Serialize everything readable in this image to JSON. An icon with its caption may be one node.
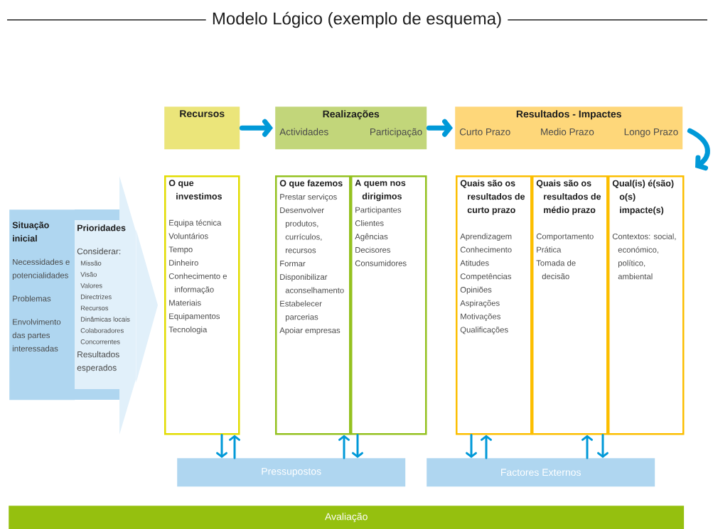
{
  "diagram": {
    "title": "Modelo Lógico (exemplo de esquema)",
    "nodes": [
      {
        "text": [
          "Recursos"
        ]
      },
      {
        "text": [
          "Realizações",
          "Actividades",
          "Participação"
        ]
      },
      {
        "text": [
          "Resultados - Impactes",
          "Curto Prazo",
          "Medio Prazo",
          "Longo Prazo"
        ]
      },
      {
        "text": [
          "Situação inicial",
          "Necessidades e potencialidades",
          "Problemas",
          "Envolvimento das partes interessadas"
        ]
      },
      {
        "text": [
          "Prioridades",
          "Considerar:",
          "Missão",
          "Visão",
          "Valores",
          "Directrizes",
          "Recursos",
          "Dinâmicas locais",
          "Colaboradores",
          "Concorrentes",
          "Resultados esperados"
        ]
      },
      {
        "text": [
          "O que investimos",
          "Equipa técnica",
          "Voluntários",
          "Tempo",
          "Dinheiro",
          "Conhecimento e informação",
          "Materiais",
          "Equipamentos",
          "Tecnologia"
        ]
      },
      {
        "text": [
          "O que fazemos",
          "Prestar serviços",
          "Desenvolver produtos, currículos, recursos",
          "Formar",
          "Disponibilizar aconselhamento",
          "Estabelecer parcerias",
          "Apoiar empresas"
        ]
      },
      {
        "text": [
          "A quem nos dirigimos",
          "Participantes",
          "Clientes",
          "Agências",
          "Decisores",
          "Consumidores"
        ]
      },
      {
        "text": [
          "Quais são os resultados de curto prazo",
          "Aprendizagem",
          "Conhecimento",
          "Atitudes",
          "Competências",
          "Opiniões",
          "Aspirações",
          "Motivações",
          "Qualificações"
        ]
      },
      {
        "text": [
          "Quais são os resultados de médio prazo",
          "Comportamento",
          "Prática",
          "Tomada de decisão"
        ]
      },
      {
        "text": [
          "Qual(is) é(são) o(s) impacte(s)",
          "Contextos: social, económico, político, ambiental"
        ]
      },
      {
        "text": [
          "Pressupostos"
        ]
      },
      {
        "text": [
          "Factores Externos"
        ]
      },
      {
        "text": [
          "Avaliação"
        ]
      }
    ],
    "edges": [
      {
        "from": 0,
        "to": 1,
        "arrow": "to",
        "style": "thick"
      },
      {
        "from": 1,
        "to": 2,
        "arrow": "to",
        "style": "thick"
      },
      {
        "from": 2,
        "to": null,
        "arrow": "to",
        "style": "thick"
      },
      {
        "from": 11,
        "to": 5,
        "arrow": "to"
      },
      {
        "from": 5,
        "to": 11,
        "arrow": "to"
      },
      {
        "from": 11,
        "to": 6,
        "arrow": "to"
      },
      {
        "from": 7,
        "to": 11,
        "arrow": "to"
      },
      {
        "from": 12,
        "to": 8,
        "arrow": "to"
      },
      {
        "from": 8,
        "to": 12,
        "arrow": "to"
      },
      {
        "from": 12,
        "to": 9,
        "arrow": "to"
      },
      {
        "from": 9,
        "to": 12,
        "arrow": "to"
      },
      {
        "from": 4,
        "to": 5,
        "arrow": "to"
      }
    ]
  }
}
